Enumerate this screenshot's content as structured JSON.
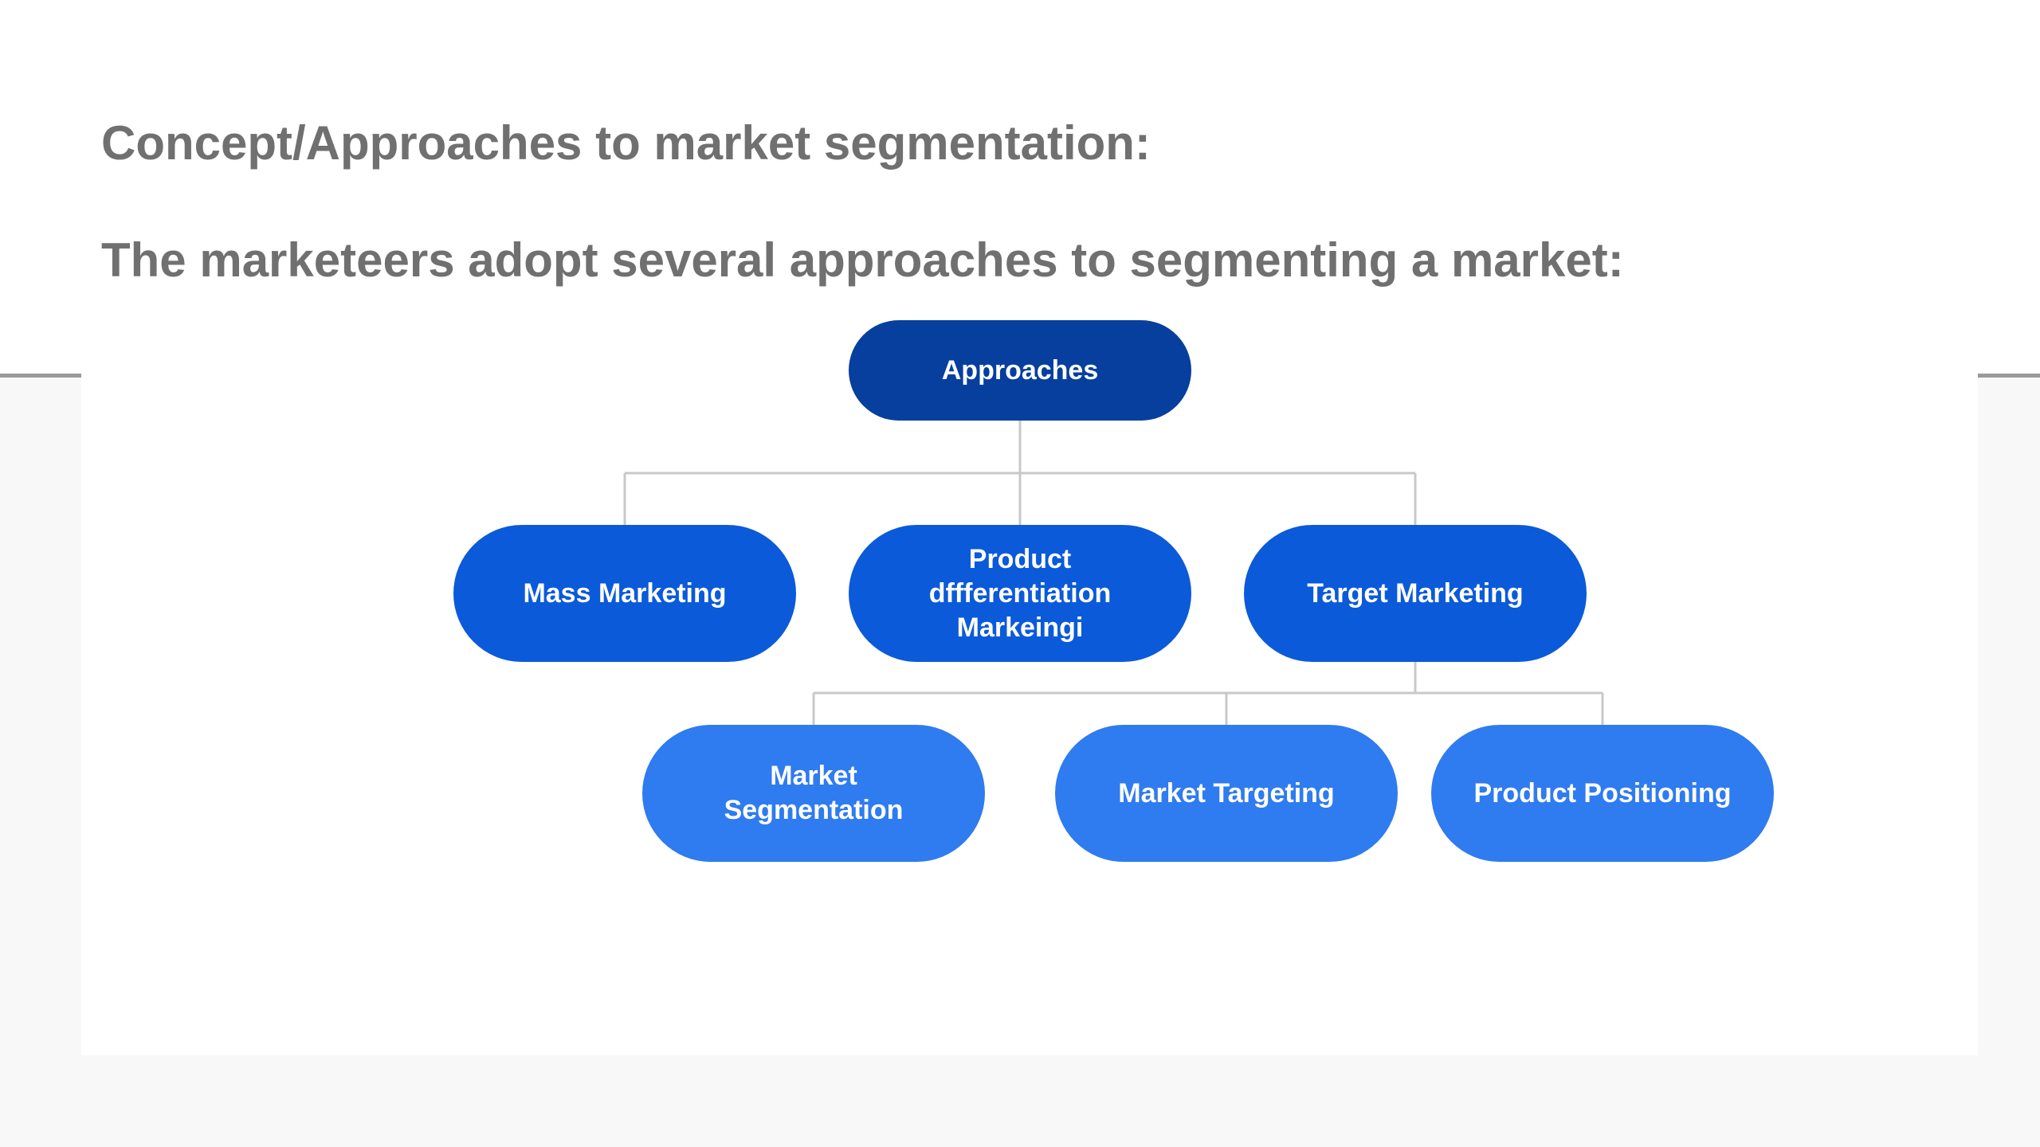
{
  "titles": {
    "line1": "Concept/Approaches to market segmentation:",
    "line2": "The marketeers adopt several approaches to segmenting a market:"
  },
  "diagram": {
    "root": {
      "label": "Approaches"
    },
    "level1": [
      {
        "label": "Mass Marketing"
      },
      {
        "label": "Product\ndffferentiation\nMarkeingi"
      },
      {
        "label": "Target Marketing"
      }
    ],
    "level2": [
      {
        "label": "Market\nSegmentation"
      },
      {
        "label": "Market Targeting"
      },
      {
        "label": "Product Positioning"
      }
    ]
  },
  "colors": {
    "root": "#063f9e",
    "level1": "#0b5ad9",
    "level2": "#2f7bf0",
    "connector": "#c8c8c8",
    "title": "#707070"
  }
}
